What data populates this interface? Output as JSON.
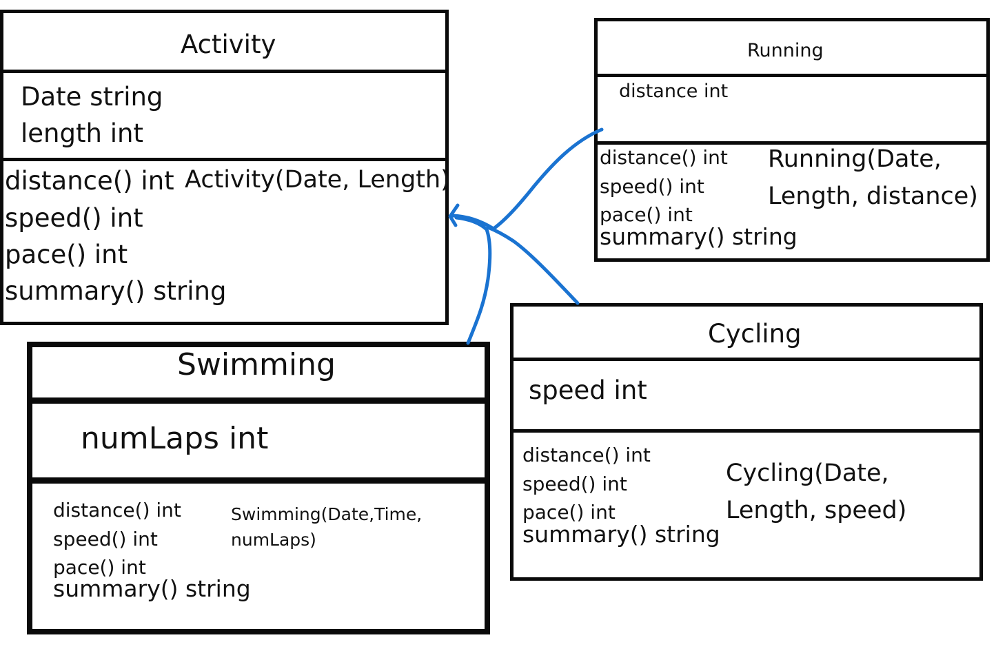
{
  "classes": {
    "activity": {
      "name": "Activity",
      "attributes": [
        "Date string",
        "length int"
      ],
      "methods": [
        "distance() int",
        "speed() int",
        "pace() int",
        "summary() string"
      ],
      "constructor": "Activity(Date, Length)"
    },
    "running": {
      "name": "Running",
      "attributes": [
        "distance int"
      ],
      "methods": [
        "distance() int",
        "speed() int",
        "pace() int",
        "summary() string"
      ],
      "constructor": [
        "Running(Date,",
        "Length, distance)"
      ]
    },
    "cycling": {
      "name": "Cycling",
      "attributes": [
        "speed int"
      ],
      "methods": [
        "distance() int",
        "speed() int",
        "pace() int",
        "summary() string"
      ],
      "constructor": [
        "Cycling(Date,",
        "Length, speed)"
      ]
    },
    "swimming": {
      "name": "Swimming",
      "attributes": [
        "numLaps int"
      ],
      "methods": [
        "distance() int",
        "speed() int",
        "pace() int",
        "summary() string"
      ],
      "constructor": [
        "Swimming(Date,Time,",
        "numLaps)"
      ]
    }
  },
  "colors": {
    "line": "#0a0a0a",
    "arrow": "#1a73d1"
  }
}
